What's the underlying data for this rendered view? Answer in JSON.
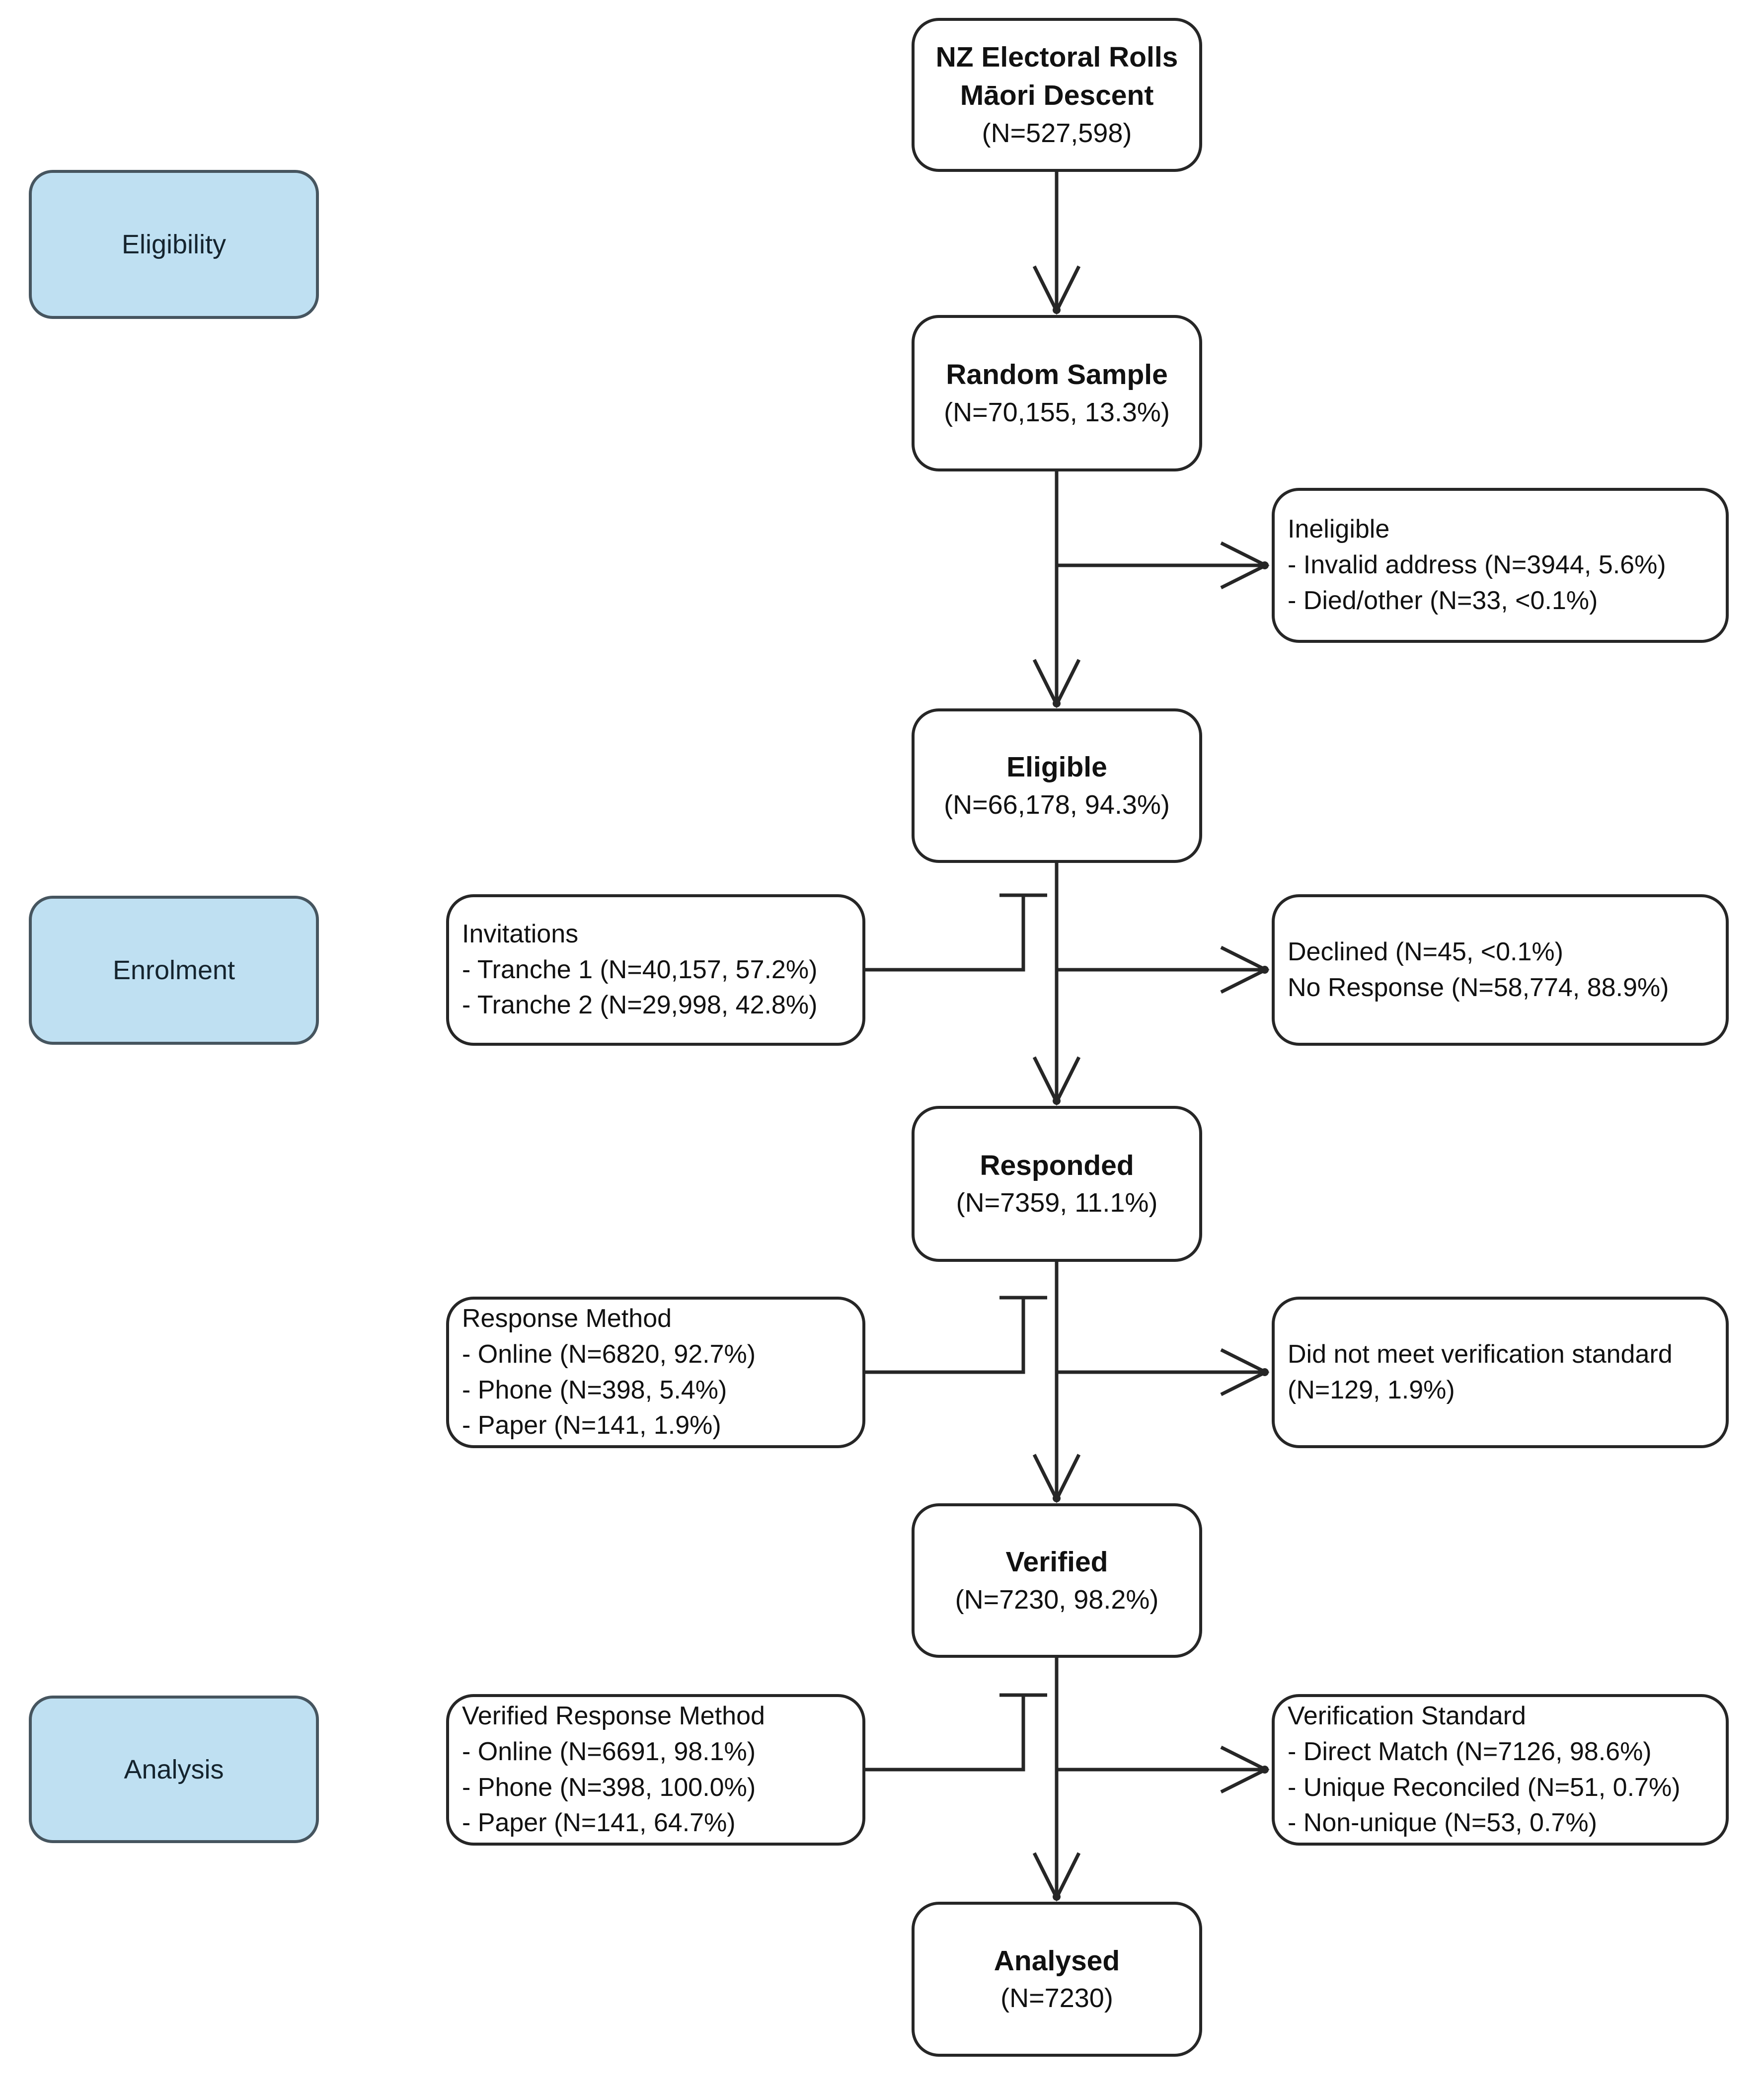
{
  "diagram": {
    "stages": [
      {
        "label": "Eligibility"
      },
      {
        "label": "Enrolment"
      },
      {
        "label": "Analysis"
      }
    ],
    "main_boxes": {
      "source": {
        "title1": "NZ Electoral Rolls",
        "title2": "Māori Descent",
        "stat": "(N=527,598)"
      },
      "random_sample": {
        "title": "Random Sample",
        "stat": "(N=70,155, 13.3%)"
      },
      "eligible": {
        "title": "Eligible",
        "stat": "(N=66,178, 94.3%)"
      },
      "responded": {
        "title": "Responded",
        "stat": "(N=7359, 11.1%)"
      },
      "verified": {
        "title": "Verified",
        "stat": "(N=7230, 98.2%)"
      },
      "analysed": {
        "title": "Analysed",
        "stat": "(N=7230)"
      }
    },
    "left_boxes": {
      "invitations": {
        "lines": [
          "Invitations",
          "- Tranche 1 (N=40,157, 57.2%)",
          "- Tranche 2 (N=29,998, 42.8%)"
        ]
      },
      "response_method": {
        "lines": [
          "Response Method",
          "- Online (N=6820, 92.7%)",
          "- Phone (N=398, 5.4%)",
          "- Paper (N=141, 1.9%)"
        ]
      },
      "verified_response_method": {
        "lines": [
          "Verified Response Method",
          "- Online (N=6691, 98.1%)",
          "- Phone (N=398, 100.0%)",
          "- Paper (N=141, 64.7%)"
        ]
      }
    },
    "right_boxes": {
      "ineligible": {
        "lines": [
          "Ineligible",
          "- Invalid address (N=3944, 5.6%)",
          "- Died/other (N=33, <0.1%)"
        ]
      },
      "declined": {
        "lines": [
          "Declined (N=45, <0.1%)",
          "No Response (N=58,774, 88.9%)"
        ]
      },
      "not_verified": {
        "lines": [
          "Did not meet verification standard",
          "(N=129, 1.9%)"
        ]
      },
      "verification_standard": {
        "lines": [
          "Verification Standard",
          "- Direct Match (N=7126, 98.6%)",
          "- Unique Reconciled (N=51, 0.7%)",
          "- Non-unique (N=53, 0.7%)"
        ]
      }
    },
    "colors": {
      "stage_fill": "#bfe0f2",
      "stage_border": "#46555f",
      "box_border": "#262626",
      "line": "#262626",
      "text": "#111111",
      "background": "#ffffff"
    }
  }
}
